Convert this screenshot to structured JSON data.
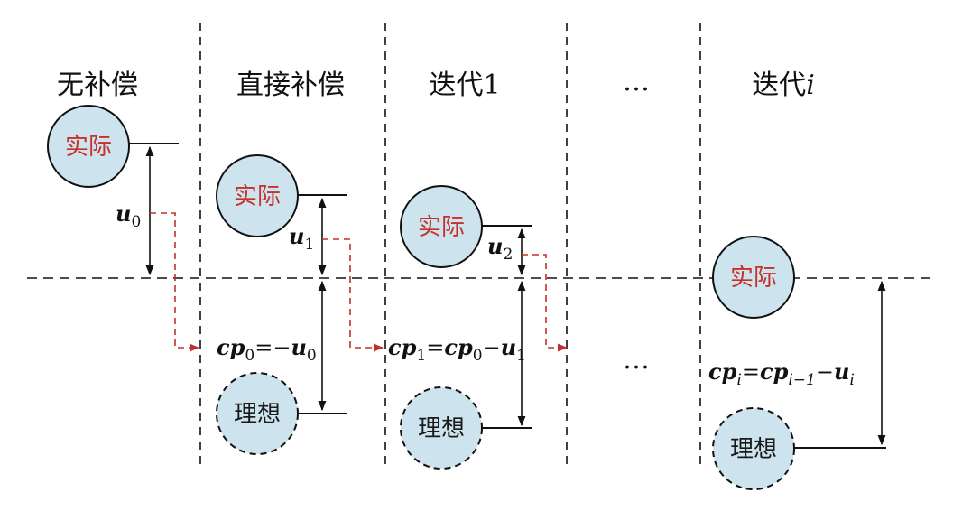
{
  "headers": {
    "no_comp": "无补偿",
    "direct_comp": "直接补偿",
    "iter1": "迭代1",
    "ellipsis": "…",
    "iter_i_prefix": "迭代",
    "iter_i_var": "i"
  },
  "nodes": {
    "actual": "实际",
    "ideal": "理想"
  },
  "ellipsis_mid": "…",
  "labels": {
    "u": "u",
    "u_sub0": "0",
    "u_sub1": "1",
    "u_sub2": "2",
    "cp": "cp",
    "eq": "=",
    "minus": "−",
    "i": "i",
    "i_minus_1": "i−1"
  },
  "colors": {
    "node_fill": "#cde4ee",
    "actual_text": "#c8302a",
    "ideal_text": "#1a1a1a",
    "line": "#111111",
    "dashed_arrow": "#c0302a"
  }
}
